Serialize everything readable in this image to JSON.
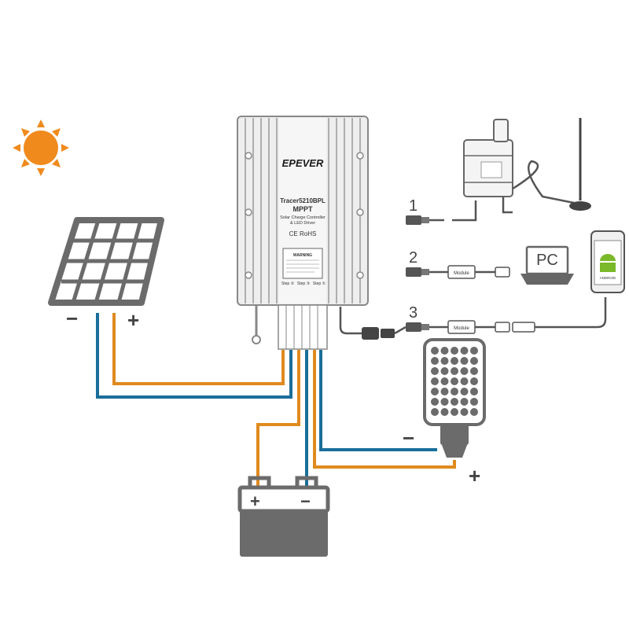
{
  "controller": {
    "brand": "EPEVER",
    "model": "Tracer5210BPL",
    "type": "MPPT",
    "desc_line1": "Solar Charge Controller",
    "desc_line2": "& LED Driver",
    "cert": "CE RoHS",
    "warning": "WARNING",
    "step_labels": [
      "Step ②",
      "Step ③",
      "Step ①"
    ]
  },
  "connections": [
    {
      "number": "1",
      "module_label": ""
    },
    {
      "number": "2",
      "module_label": "Module"
    },
    {
      "number": "3",
      "module_label": "Module"
    }
  ],
  "pc_label": "PC",
  "phone_label": "ANDROID",
  "solar_panel": {
    "minus": "−",
    "plus": "+"
  },
  "battery": {
    "plus": "+",
    "minus": "−"
  },
  "load": {
    "minus": "−",
    "plus": "+"
  },
  "colors": {
    "positive_wire": "#e08a1e",
    "negative_wire": "#1a6e9a",
    "device_gray": "#6b6b6b",
    "sun": "#f08a1c"
  },
  "icons": [
    "sun-icon",
    "solar-panel-icon",
    "battery-icon",
    "led-lamp-icon",
    "pc-icon",
    "android-phone-icon",
    "wifi-module-icon",
    "antenna-icon"
  ]
}
